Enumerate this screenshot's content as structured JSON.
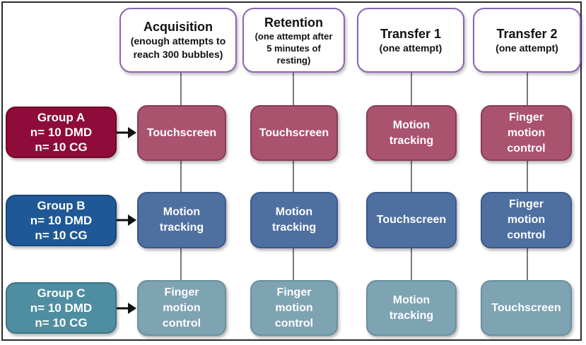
{
  "phases": [
    {
      "title": "Acquisition",
      "subtitle": "(enough attempts to\nreach 300 bubbles)"
    },
    {
      "title": "Retention",
      "subtitle": "(one attempt after\n5 minutes of\nresting)"
    },
    {
      "title": "Transfer 1",
      "subtitle": "(one attempt)"
    },
    {
      "title": "Transfer 2",
      "subtitle": "(one attempt)"
    }
  ],
  "groups": [
    {
      "name": "Group A",
      "dmd": "n= 10 DMD",
      "cg": "n= 10 CG"
    },
    {
      "name": "Group B",
      "dmd": "n= 10 DMD",
      "cg": "n= 10 CG"
    },
    {
      "name": "Group C",
      "dmd": "n= 10 DMD",
      "cg": "n= 10 CG"
    }
  ],
  "cells": [
    [
      "Touchscreen",
      "Touchscreen",
      "Motion\ntracking",
      "Finger\nmotion\ncontrol"
    ],
    [
      "Motion\ntracking",
      "Motion\ntracking",
      "Touchscreen",
      "Finger\nmotion\ncontrol"
    ],
    [
      "Finger\nmotion\ncontrol",
      "Finger\nmotion\ncontrol",
      "Motion\ntracking",
      "Touchscreen"
    ]
  ]
}
